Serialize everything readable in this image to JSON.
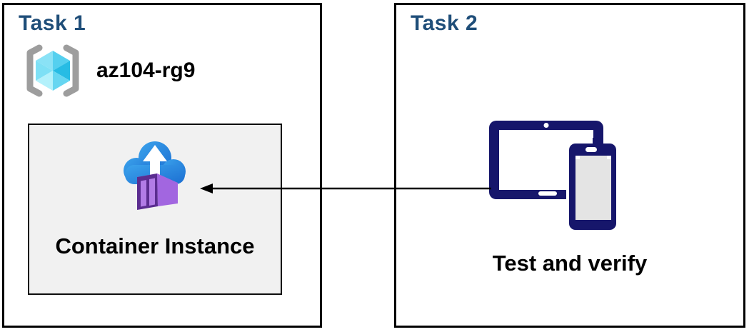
{
  "diagram": {
    "task1": {
      "title": "Task 1",
      "resource_group_name": "az104-rg9",
      "container_box_label": "Container Instance"
    },
    "task2": {
      "title": "Task 2",
      "caption": "Test and verify"
    },
    "icons": {
      "resource_group": "resource-group-brackets-cube-icon",
      "container_instance": "cloud-upload-container-icon",
      "devices": "tablet-and-phone-icon",
      "connector": "left-arrow-connector"
    },
    "colors": {
      "task_title_navy": "#1F4E79",
      "box_border": "#000000",
      "inner_box_bg": "#F1F1F1",
      "text_black": "#000000",
      "device_navy": "#16166B",
      "device_screen_gray": "#E4E4E4",
      "cloud_blue_light": "#3BA3EC",
      "cloud_blue_dark": "#1C6FD2",
      "arrow_white": "#FFFFFF",
      "container_front": "#5B2D90",
      "container_panel": "#B27CE6",
      "container_side": "#A266E0",
      "container_top": "#BE8DEC",
      "bracket_gray": "#9D9D9D",
      "cube_top_left": "#8AE2F6",
      "cube_top_right": "#55D0EF",
      "cube_right_up": "#27BCE4",
      "cube_right_down": "#66D6F1",
      "cube_left_down": "#B3F1FB",
      "cube_left_up": "#7EE0F5"
    }
  }
}
